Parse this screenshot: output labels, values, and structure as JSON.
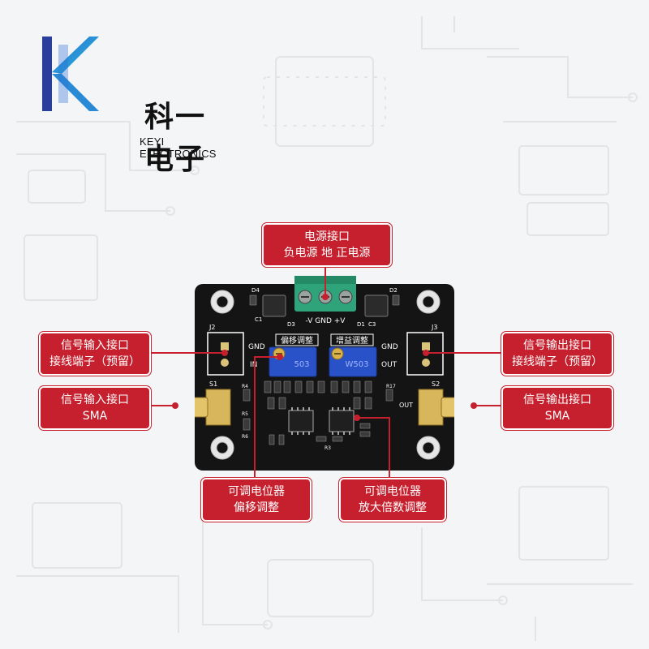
{
  "brand": {
    "name_cn": "科一电子",
    "name_en": "KEYI ELECTRONICS"
  },
  "colors": {
    "callout_bg": "#c61f2d",
    "logo_blue": "#2b6fd6",
    "logo_cyan": "#29b8d8",
    "board_black": "#141414",
    "trimmer_blue": "#2a52c8"
  },
  "callouts": {
    "power": {
      "line1": "电源接口",
      "line2": "负电源  地  正电源"
    },
    "in_terminal": {
      "line1": "信号输入接口",
      "line2": "接线端子（预留）"
    },
    "in_sma": {
      "line1": "信号输入接口",
      "line2": "SMA"
    },
    "out_terminal": {
      "line1": "信号输出接口",
      "line2": "接线端子（预留）"
    },
    "out_sma": {
      "line1": "信号输出接口",
      "line2": "SMA"
    },
    "offset_pot": {
      "line1": "可调电位器",
      "line2": "偏移调整"
    },
    "gain_pot": {
      "line1": "可调电位器",
      "line2": "放大倍数调整"
    }
  },
  "board": {
    "silk_power": "-V  GND  +V",
    "silk_j2": "J2",
    "silk_j3": "J3",
    "silk_in_gnd": "GND",
    "silk_in": "IN",
    "silk_out_gnd": "GND",
    "silk_out": "OUT",
    "silk_s1": "S1",
    "silk_s2": "S2",
    "silk_s2_out": "OUT",
    "silk_offset": "偏移调整",
    "silk_gain": "增益调整",
    "silk_rp_left": "503",
    "silk_rp_right": "W503",
    "silk_d4": "D4",
    "silk_d2": "D2",
    "silk_d3": "D3",
    "silk_d1": "D1",
    "silk_c1": "C1",
    "silk_c3": "C3",
    "silk_r4": "R4",
    "silk_r17": "R17",
    "silk_r5": "R5",
    "silk_r6": "R6",
    "silk_r3": "R3"
  }
}
